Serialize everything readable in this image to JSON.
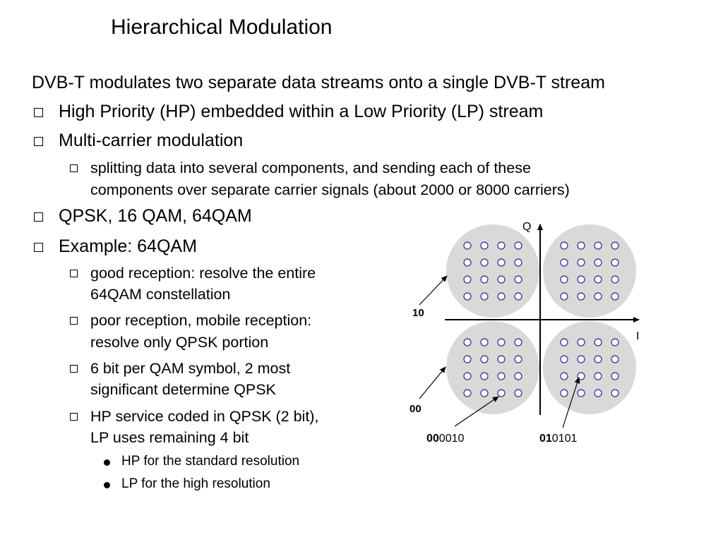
{
  "slide": {
    "title": "Hierarchical Modulation",
    "intro": "DVB-T modulates two separate data streams onto a single DVB-T stream",
    "bullets": [
      "High Priority (HP) embedded within a Low Priority (LP) stream",
      "Multi-carrier modulation",
      "QPSK, 16 QAM, 64QAM",
      "Example: 64QAM"
    ],
    "multicarrier_sub": [
      "splitting data into several components, and sending each of these",
      "components over separate carrier signals (about 2000 or 8000 carriers)"
    ],
    "example_sub": [
      [
        "good reception: resolve the entire",
        "64QAM constellation"
      ],
      [
        "poor reception, mobile reception:",
        "resolve only QPSK portion"
      ],
      [
        "6 bit per QAM symbol, 2 most",
        "significant determine QPSK"
      ],
      [
        "HP service coded in QPSK (2 bit),",
        "LP uses remaining 4 bit"
      ]
    ],
    "hp_lp_sub": [
      "HP for the standard resolution",
      "LP for the high resolution"
    ]
  },
  "diagram": {
    "axis_q": "Q",
    "axis_i": "I",
    "label_10": "10",
    "label_00": "00",
    "code1_bold": "00",
    "code1_rest": "0010",
    "code2_bold": "01",
    "code2_rest": "0101",
    "colors": {
      "disc": "#d9d9d9",
      "point_stroke": "#2b2b8f",
      "axis": "#000000"
    }
  }
}
